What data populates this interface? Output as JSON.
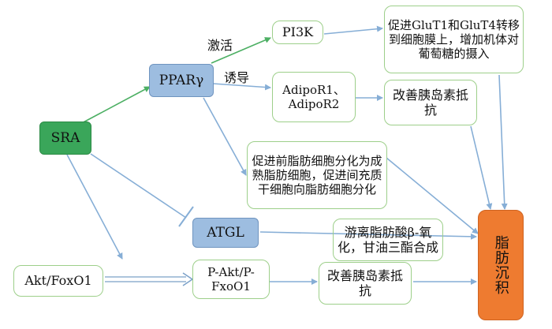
{
  "nodes": {
    "sra": "SRA",
    "ppar": "PPARγ",
    "akt_foxo1": "Akt/FoxO1",
    "pi3k": "PI3K",
    "glut": "促进GluT1和GluT4转移到细胞膜上，增加机体对葡萄糖的摄入",
    "adipor": "AdipoR1、AdipoR2",
    "insulin_res1": "改善胰岛素抵抗",
    "differentiation": "促进前脂肪细胞分化为成熟脂肪细胞，促进间充质干细胞向脂肪细胞分化",
    "atgl": "ATGL",
    "fatty_acid": "游离脂肪酸β-氧化，甘油三酯合成",
    "p_akt": "P-Akt/P-FxoO1",
    "insulin_res2": "改善胰岛素抵抗",
    "fat_deposition": "脂肪沉积"
  },
  "edge_labels": {
    "activate": "激活",
    "induce": "诱导"
  },
  "colors": {
    "green_arrow": "#4caf63",
    "blue_arrow": "#86aed6",
    "box_border": "#9dcf8a"
  }
}
